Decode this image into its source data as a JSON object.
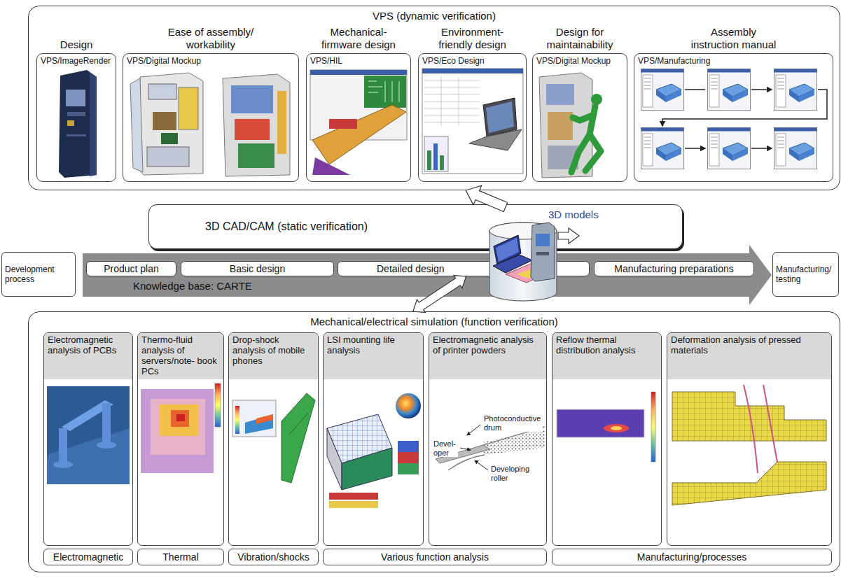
{
  "diagram": {
    "nodes": [
      {
        "text": [
          "VPS (dynamic verification)"
        ]
      },
      {
        "text": [
          "Design",
          "VPS/ImageRender"
        ],
        "in": 0
      },
      {
        "text": [
          "Ease of assembly/ workability",
          "VPS/Digital Mockup"
        ],
        "in": 0
      },
      {
        "text": [
          "Mechanical- firmware design",
          "VPS/HIL"
        ],
        "in": 0
      },
      {
        "text": [
          "Environment- friendly design",
          "VPS/Eco Design"
        ],
        "in": 0
      },
      {
        "text": [
          "Design for maintainability",
          "VPS/Digital Mockup"
        ],
        "in": 0
      },
      {
        "text": [
          "Assembly instruction manual",
          "VPS/Manufacturing"
        ],
        "in": 0
      },
      {
        "text": [
          "3D CAD/CAM (static verification)"
        ]
      },
      {
        "text": [
          "3D models"
        ]
      },
      {
        "text": [
          "Development process"
        ]
      },
      {
        "text": [
          "Knowledge base: CARTE"
        ]
      },
      {
        "text": [
          "Product plan"
        ],
        "in": 10
      },
      {
        "text": [
          "Basic design"
        ],
        "in": 10
      },
      {
        "text": [
          "Detailed design"
        ],
        "in": 10
      },
      {
        "text": [
          "Manufacturing preparations"
        ],
        "in": 10
      },
      {
        "text": [
          "Manufacturing/ testing"
        ]
      },
      {
        "text": [
          "Mechanical/electrical simulation (function verification)"
        ]
      },
      {
        "text": [
          "Electromagnetic analysis of PCBs"
        ],
        "in": 16
      },
      {
        "text": [
          "Thermo-fluid analysis of servers/note- book PCs"
        ],
        "in": 16
      },
      {
        "text": [
          "Drop-shock analysis of mobile phones"
        ],
        "in": 16
      },
      {
        "text": [
          "LSI mounting life analysis"
        ],
        "in": 16
      },
      {
        "text": [
          "Electromagnetic analysis of printer powders"
        ],
        "in": 16
      },
      {
        "text": [
          "Reflow thermal distribution analysis"
        ],
        "in": 16
      },
      {
        "text": [
          "Deformation analysis of pressed materials"
        ],
        "in": 16
      },
      {
        "text": [
          "Electromagnetic"
        ],
        "in": 16
      },
      {
        "text": [
          "Thermal"
        ],
        "in": 16
      },
      {
        "text": [
          "Vibration/shocks"
        ],
        "in": 16
      },
      {
        "text": [
          "Various function analysis"
        ],
        "in": 16
      },
      {
        "text": [
          "Manufacturing/processes"
        ],
        "in": 16
      }
    ],
    "edges": [
      {
        "from": 8,
        "to": 0,
        "arrow": "to"
      },
      {
        "from": 13,
        "to": 16,
        "arrow": "both"
      }
    ],
    "labels": [
      "Photoconductive drum",
      "Devel- oper",
      "Developing roller"
    ]
  }
}
